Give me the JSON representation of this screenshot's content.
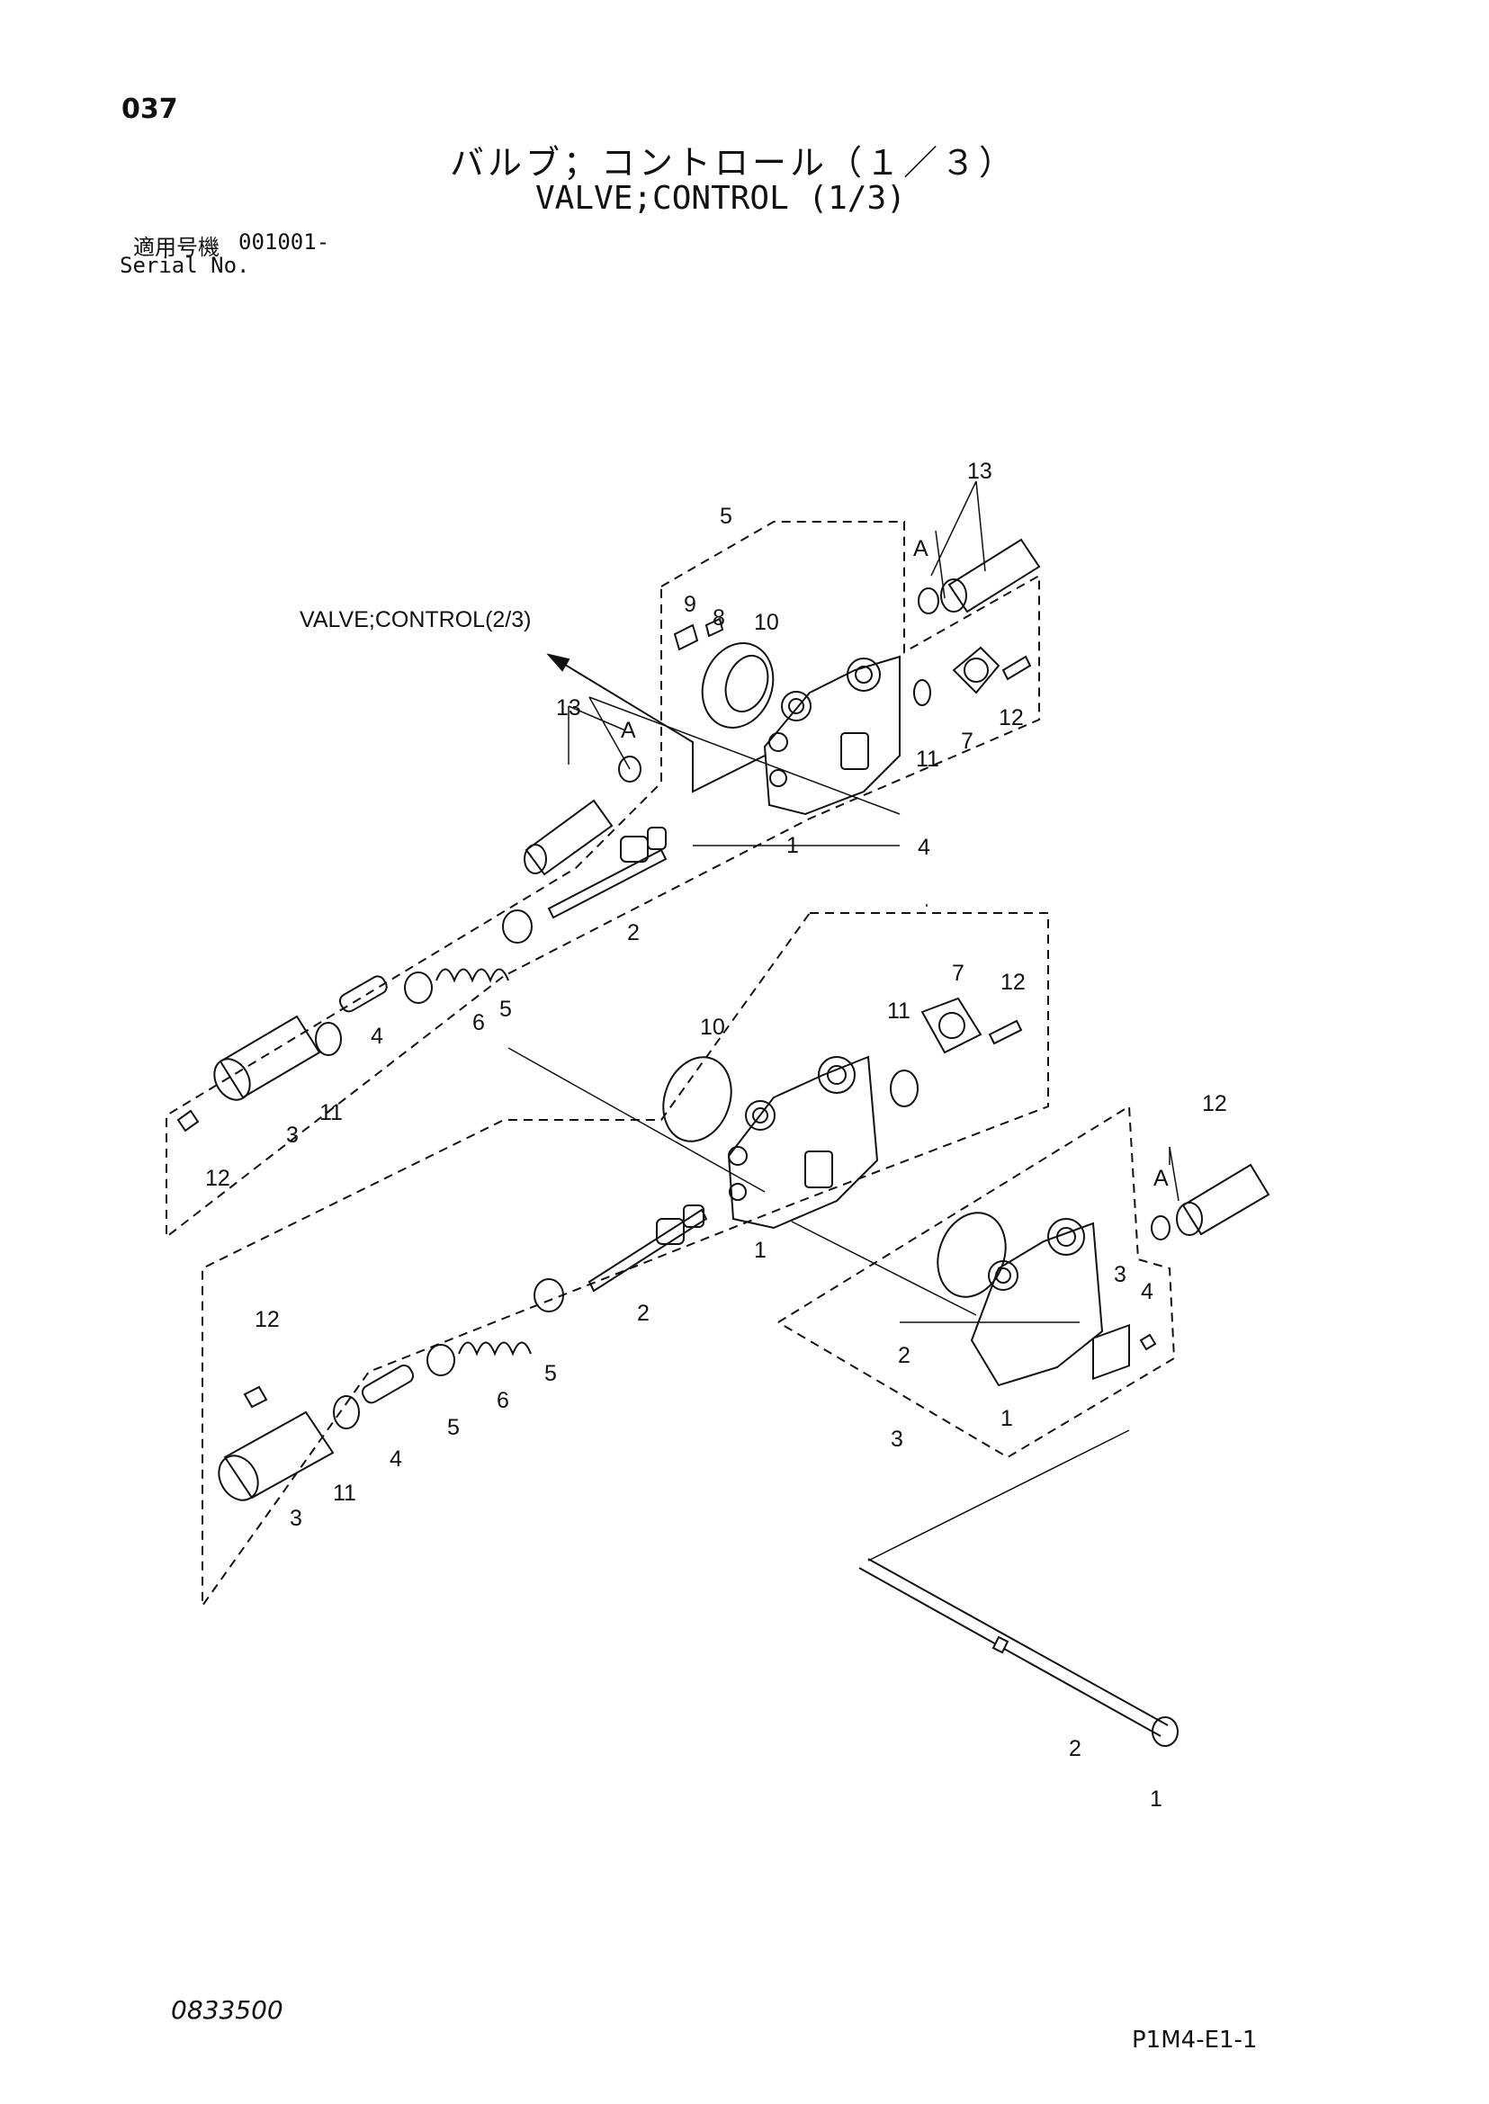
{
  "page_number": "037",
  "title_jp": "バルブ；コントロール（１／３）",
  "title_en": "VALVE;CONTROL (1/3)",
  "serial": {
    "label_jp": "適用号機",
    "value": "001001-",
    "label_en": "Serial No."
  },
  "reference_label": "VALVE;CONTROL(2/3)",
  "callouts": {
    "top_group": [
      "13",
      "5",
      "9",
      "8",
      "10",
      "A",
      "7",
      "11",
      "12",
      "1",
      "2",
      "6",
      "5",
      "4",
      "11",
      "3",
      "12",
      "13",
      "A"
    ],
    "middle_group": [
      "4",
      "7",
      "12",
      "10",
      "11",
      "1",
      "2",
      "5",
      "6",
      "5",
      "4",
      "11",
      "3",
      "12"
    ],
    "right_group": [
      "12",
      "A",
      "3",
      "4",
      "2",
      "1",
      "3"
    ],
    "bolt_group": [
      "2",
      "1"
    ]
  },
  "doc_number": "0833500",
  "sheet_code": "P1M4-E1-1"
}
